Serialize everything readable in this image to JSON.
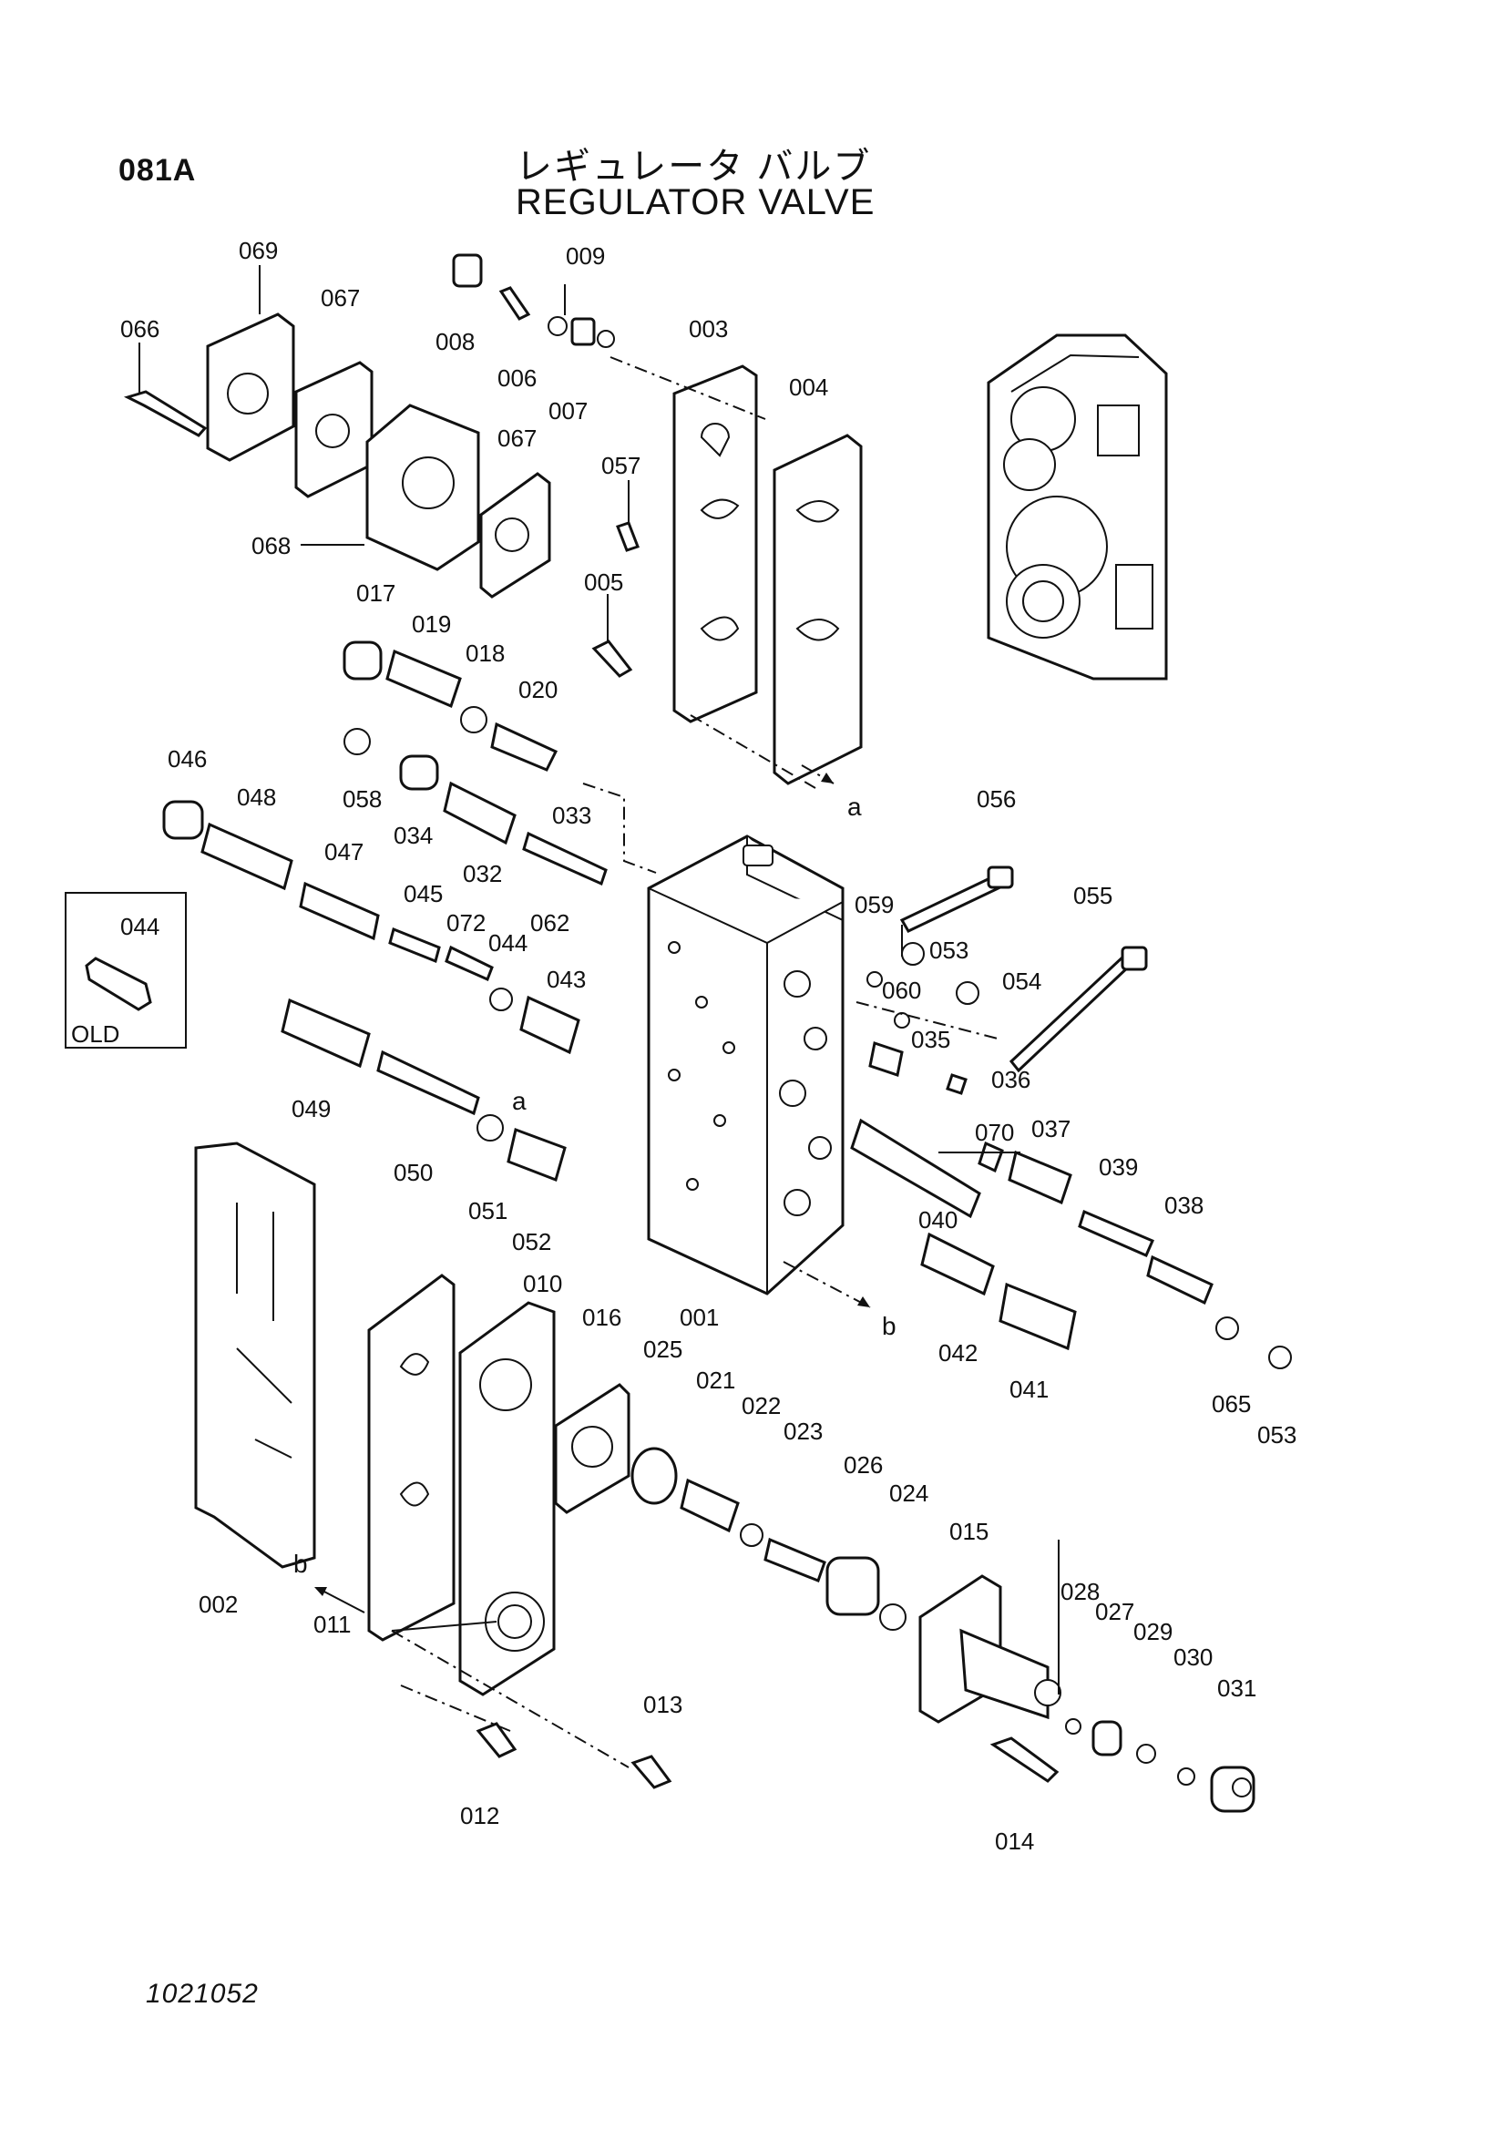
{
  "header": {
    "page_code": "081A",
    "title_jp": "レギュレータ バルブ",
    "title_en": "REGULATOR VALVE"
  },
  "footer": {
    "drawing_number": "1021052"
  },
  "inset": {
    "part": "044",
    "caption": "OLD"
  },
  "markers": {
    "a": "a",
    "b": "b"
  },
  "part_labels": [
    "001",
    "002",
    "003",
    "004",
    "005",
    "006",
    "007",
    "008",
    "009",
    "010",
    "011",
    "012",
    "013",
    "014",
    "015",
    "016",
    "017",
    "018",
    "019",
    "020",
    "021",
    "022",
    "023",
    "024",
    "025",
    "026",
    "027",
    "028",
    "029",
    "030",
    "031",
    "032",
    "033",
    "034",
    "035",
    "036",
    "037",
    "038",
    "039",
    "040",
    "041",
    "042",
    "043",
    "044",
    "045",
    "046",
    "047",
    "048",
    "049",
    "050",
    "051",
    "052",
    "053",
    "054",
    "055",
    "056",
    "057",
    "058",
    "059",
    "060",
    "062",
    "065",
    "066",
    "067",
    "068",
    "069",
    "070",
    "072"
  ]
}
